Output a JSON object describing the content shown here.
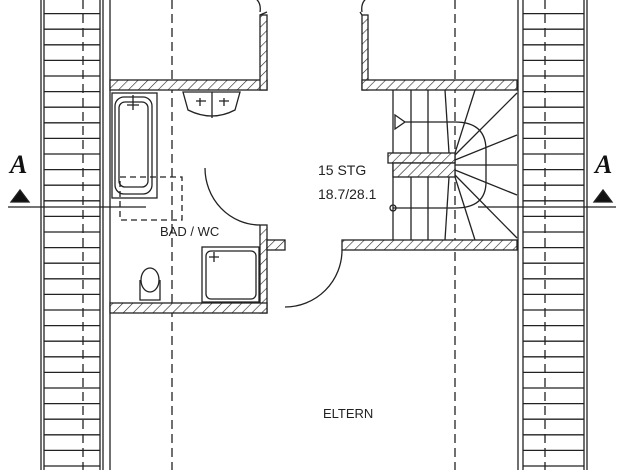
{
  "rooms": {
    "bath": "BAD / WC",
    "parents": "ELTERN"
  },
  "stairs": {
    "count": "15 STG",
    "ratio": "18.7/28.1"
  },
  "section": {
    "left_label": "A",
    "right_label": "A"
  }
}
